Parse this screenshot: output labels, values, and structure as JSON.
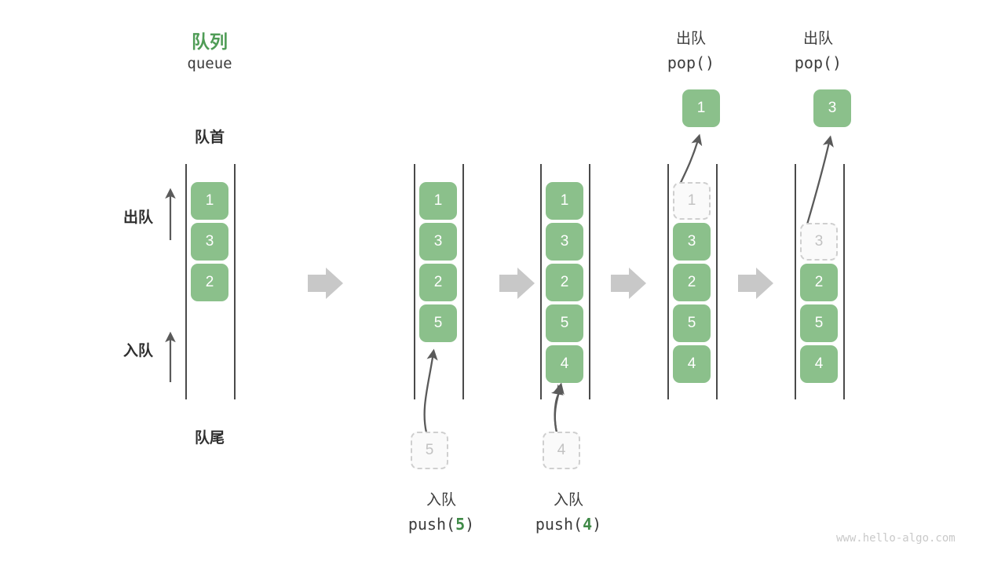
{
  "header": {
    "title_cn": "队列",
    "title_en": "queue",
    "front_label": "队首",
    "rear_label": "队尾",
    "dequeue_label": "出队",
    "enqueue_label": "入队"
  },
  "watermark": "www.hello-algo.com",
  "colors": {
    "accent_green": "#4f9c56",
    "cell_green": "#8bc08b",
    "ghost_border": "#cfcfcf",
    "ghost_text": "#c2c2c2",
    "rail": "#4a4a4a",
    "arrow_gray": "#5a5a5a",
    "step_arrow": "#c8c8c8",
    "text_dark": "#3c3c3c",
    "watermark": "#c9c9c9"
  },
  "chart_data": {
    "type": "diagram",
    "title": "队列 queue — push / pop 操作示意",
    "front_is_top": true,
    "steps": [
      {
        "id": "initial",
        "op_cn": "",
        "op_code": "",
        "cells": [
          "1",
          "3",
          "2"
        ],
        "ghost_index": -1,
        "incoming": null,
        "popped": null
      },
      {
        "id": "push-5",
        "op_cn": "入队",
        "op_code": "push(5)",
        "op_arg": "5",
        "cells": [
          "1",
          "3",
          "2",
          "5"
        ],
        "ghost_index": -1,
        "incoming": "5",
        "popped": null
      },
      {
        "id": "push-4",
        "op_cn": "入队",
        "op_code": "push(4)",
        "op_arg": "4",
        "cells": [
          "1",
          "3",
          "2",
          "5",
          "4"
        ],
        "ghost_index": -1,
        "incoming": "4",
        "popped": null
      },
      {
        "id": "pop-1",
        "op_cn": "出队",
        "op_code": "pop()",
        "op_arg": "",
        "cells": [
          "1",
          "3",
          "2",
          "5",
          "4"
        ],
        "ghost_index": 0,
        "incoming": null,
        "popped": "1"
      },
      {
        "id": "pop-3",
        "op_cn": "出队",
        "op_code": "pop()",
        "op_arg": "",
        "cells": [
          "3",
          "2",
          "5",
          "4"
        ],
        "ghost_index": 0,
        "incoming": null,
        "popped": "3"
      }
    ]
  },
  "steps": {
    "s0": {
      "c0": "1",
      "c1": "3",
      "c2": "2"
    },
    "s1": {
      "op_cn": "入队",
      "code_pre": "push(",
      "arg": "5",
      "code_post": ")",
      "c0": "1",
      "c1": "3",
      "c2": "2",
      "c3": "5",
      "incoming": "5"
    },
    "s2": {
      "op_cn": "入队",
      "code_pre": "push(",
      "arg": "4",
      "code_post": ")",
      "c0": "1",
      "c1": "3",
      "c2": "2",
      "c3": "5",
      "c4": "4",
      "incoming": "4"
    },
    "s3": {
      "op_cn": "出队",
      "code": "pop()",
      "popped": "1",
      "c0": "1",
      "c1": "3",
      "c2": "2",
      "c3": "5",
      "c4": "4"
    },
    "s4": {
      "op_cn": "出队",
      "code": "pop()",
      "popped": "3",
      "c0": "3",
      "c1": "2",
      "c2": "5",
      "c3": "4"
    }
  }
}
